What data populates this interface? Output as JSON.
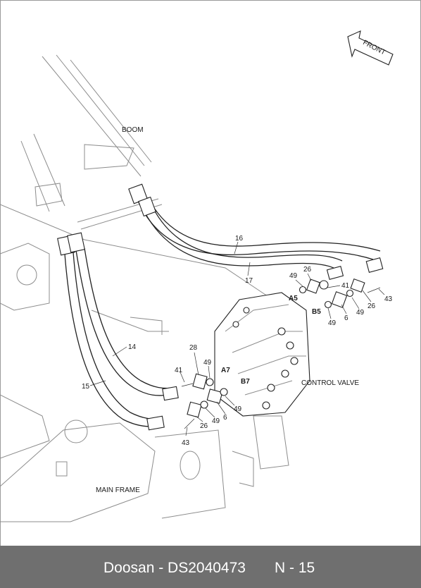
{
  "labels": {
    "front": "FRONT",
    "boom": "BOOM",
    "control_valve": "CONTROL VALVE",
    "main_frame": "MAIN FRAME",
    "ports": {
      "a5": "A5",
      "b5": "B5",
      "a7": "A7",
      "b7": "B7"
    },
    "callouts": {
      "p16": "16",
      "p17": "17",
      "p14": "14",
      "p15": "15",
      "p49a": "49",
      "p26a": "26",
      "p41a": "41",
      "p49b": "49",
      "p26b": "26",
      "p43a": "43",
      "p49c": "49",
      "p6a": "6",
      "p41b": "41",
      "p28": "28",
      "p49d": "49",
      "p49e": "49",
      "p6b": "6",
      "p49f": "49",
      "p26c": "26",
      "p43b": "43"
    }
  },
  "footer": {
    "brand": "Doosan - DS2040473",
    "page": "N - 15"
  }
}
